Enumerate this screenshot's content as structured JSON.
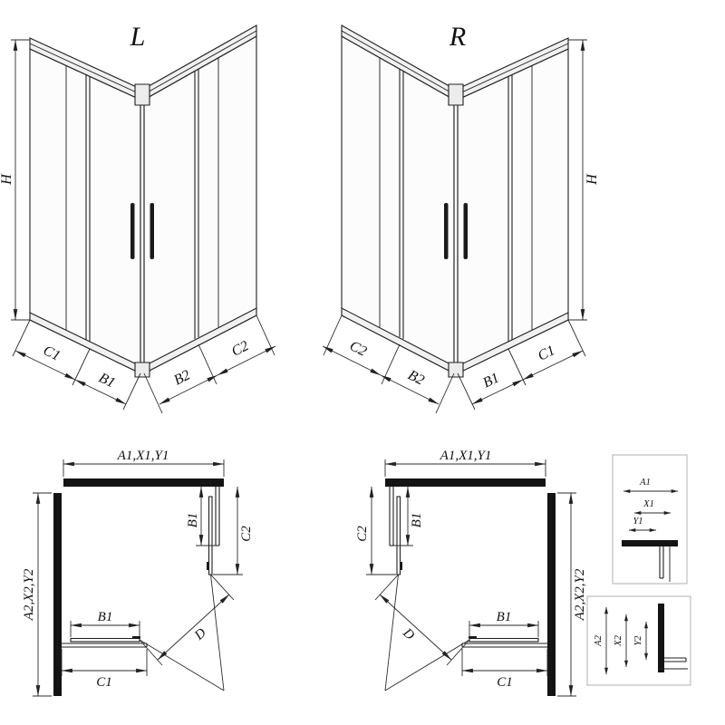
{
  "iso_left": {
    "label": "L",
    "h": "H",
    "c1": "C1",
    "b1": "B1",
    "b2": "B2",
    "c2": "C2"
  },
  "iso_right": {
    "label": "R",
    "h": "H",
    "c1": "C1",
    "b1": "B1",
    "b2": "B2",
    "c2": "C2"
  },
  "plan_left": {
    "width": "A1,X1,Y1",
    "depth": "A2,X2,Y2",
    "side_b1": "B1",
    "side_c2": "C2",
    "front_b1": "B1",
    "front_c1": "C1",
    "diagonal": "D"
  },
  "plan_right": {
    "width": "A1,X1,Y1",
    "depth": "A2,X2,Y2",
    "side_b1": "B1",
    "side_c2": "C2",
    "front_b1": "B1",
    "front_c1": "C1",
    "diagonal": "D"
  },
  "detail_top": {
    "a1": "A1",
    "x1": "X1",
    "y1": "Y1"
  },
  "detail_bottom": {
    "a2": "A2",
    "x2": "X2",
    "y2": "Y2"
  }
}
